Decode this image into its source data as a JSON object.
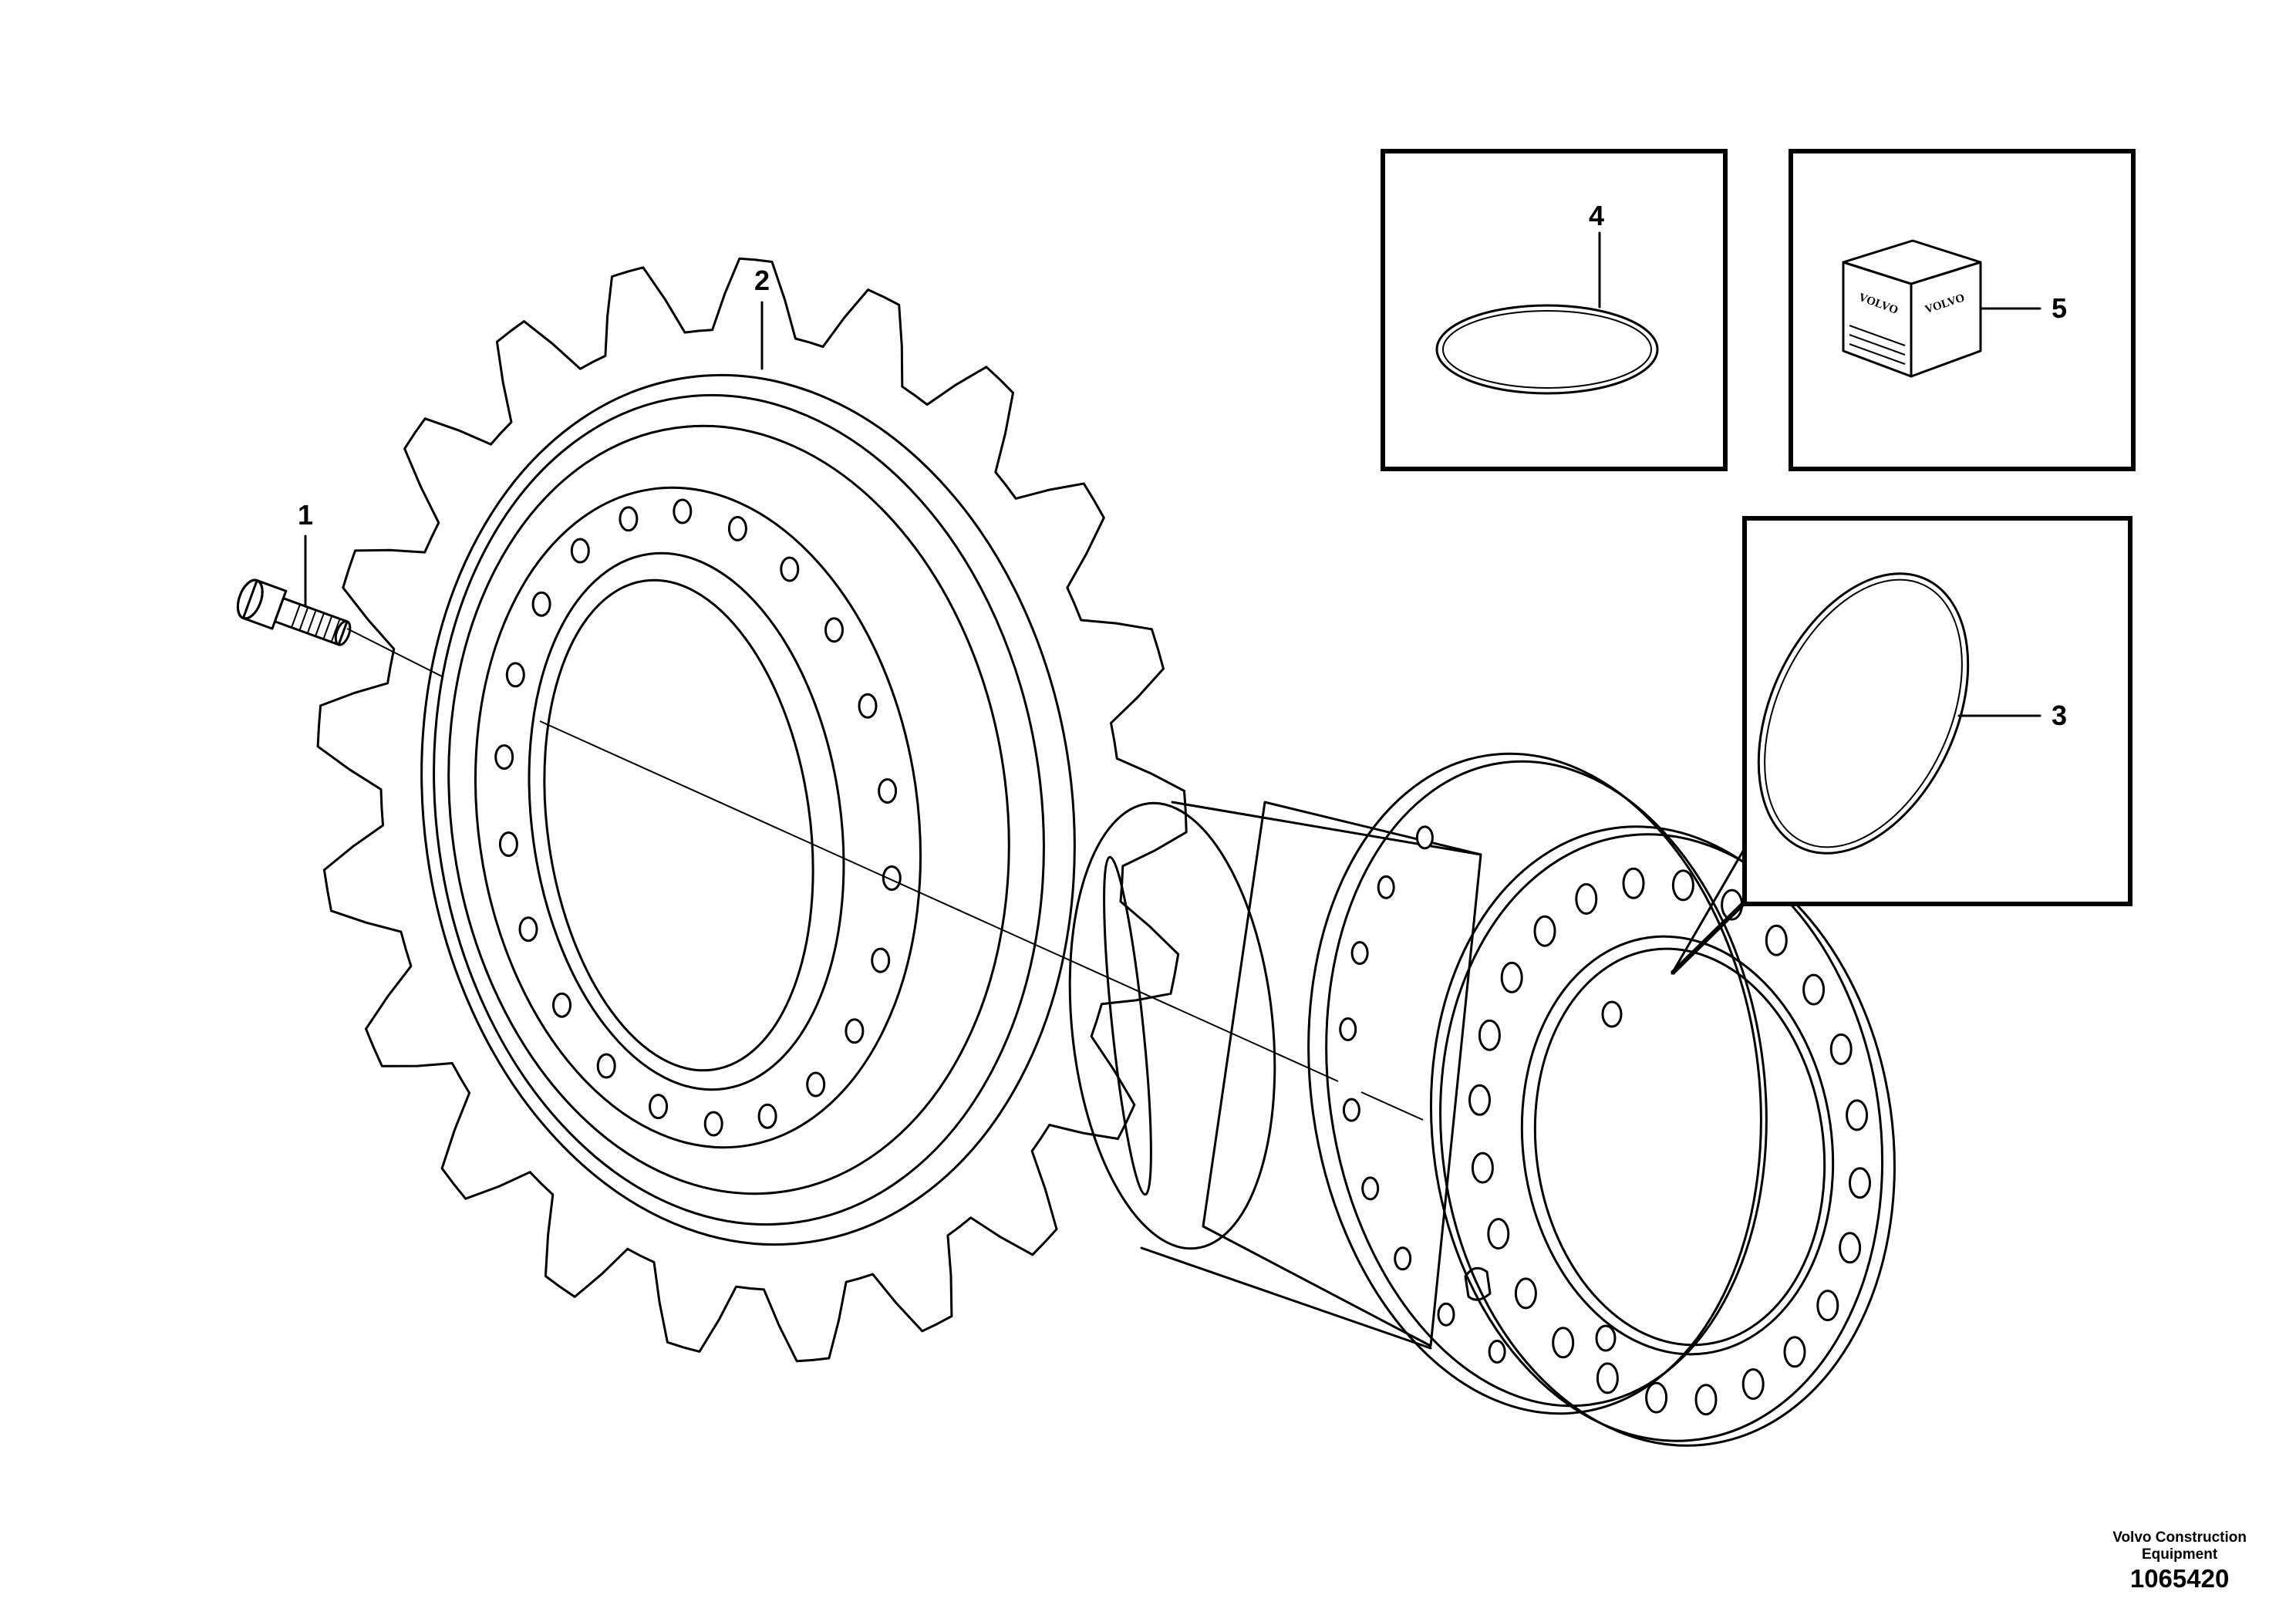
{
  "callouts": {
    "bolt": "1",
    "sprocket": "2",
    "oring_large": "3",
    "oring_small": "4",
    "sealant": "5"
  },
  "package_brand": "VOLVO",
  "footer": {
    "company_line1": "Volvo Construction",
    "company_line2": "Equipment",
    "figure_number": "1065420"
  }
}
